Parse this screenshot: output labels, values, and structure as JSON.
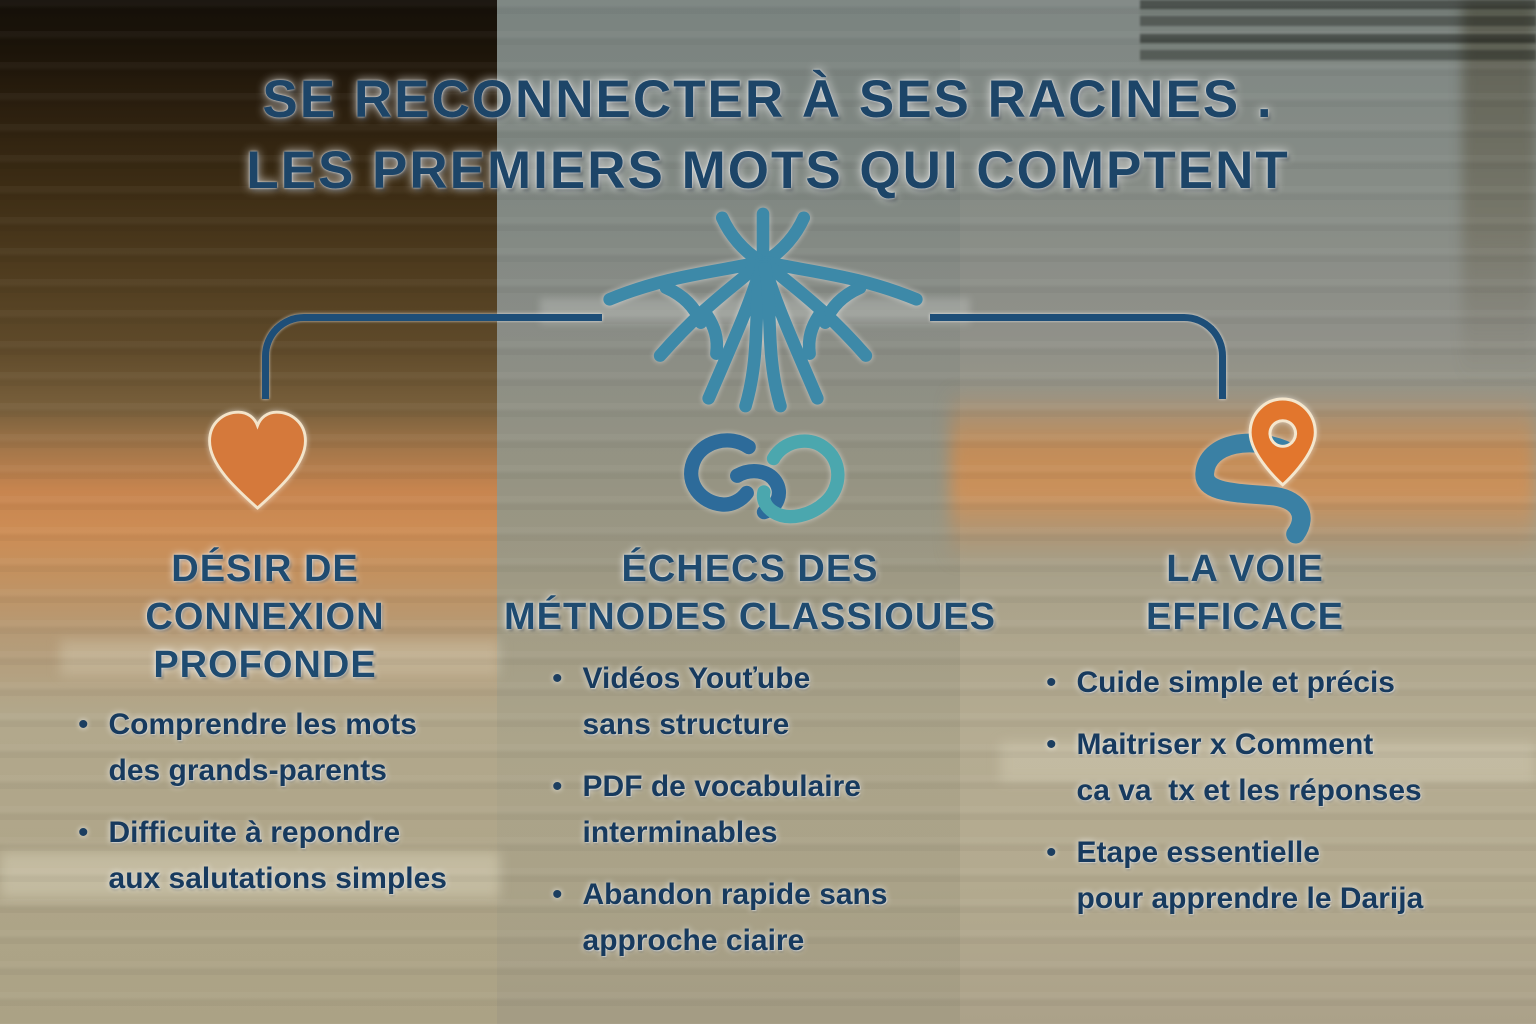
{
  "title": {
    "line1": "SE RECONNECTER À SES RACINES .",
    "line2": "LES PREMIERS MOTS QUI COMPTENT"
  },
  "bullet_char": "•",
  "icons": {
    "center": "tree-roots-icon",
    "column1": "heart-icon",
    "column2": "chain-link-heart-icon",
    "column3": "map-pin-path-icon"
  },
  "columns": [
    {
      "heading": [
        "DÉSIR DE",
        "CONNEXION",
        "PROFONDE"
      ],
      "bullets": [
        [
          "Comprendre les mots",
          "des grands-parents"
        ],
        [
          "Difficuite à repondre",
          "aux salutations simples"
        ]
      ]
    },
    {
      "heading": [
        "ÉCHECS DES",
        "MÉTNODES CLASSIOUES"
      ],
      "bullets": [
        [
          "Vidéos Youťube",
          "sans structure"
        ],
        [
          "PDF de vocabulaire",
          "interminables"
        ],
        [
          "Abandon rapide sans",
          "approche ciaire"
        ]
      ]
    },
    {
      "heading": [
        "LA VOIE",
        "EFFICACE"
      ],
      "bullets": [
        [
          "Cuide simple et précis"
        ],
        [
          "Maitriser x Comment",
          "ca va  tx et les réponses"
        ],
        [
          "Etape essentielle",
          "pour apprendre le Darija"
        ]
      ]
    }
  ],
  "colors": {
    "title_text": "#1d4568",
    "heading_text": "#1f4b70",
    "bullet_text": "#173a5e",
    "bracket": "#1d4e78",
    "roots_icon": "#3d89a8",
    "heart_icon": "#d5793b",
    "chain_dark": "#2d6b9a",
    "chain_teal": "#4ba7ae",
    "pin_orange": "#e2762d",
    "path_blue": "#3a80a4",
    "bg_tan": "#b5ac92",
    "bg_dark_left": "#2a1e0e",
    "bg_orange_band": "#cd8d55"
  }
}
